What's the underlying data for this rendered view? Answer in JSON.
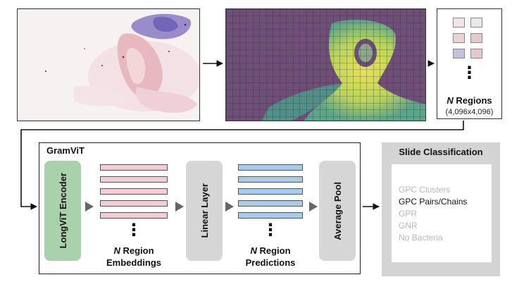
{
  "regions": {
    "label_italic": "N",
    "label_rest": " Regions",
    "size": "(4,096x4,096)",
    "ellipsis": "⋮"
  },
  "gramvit": {
    "title": "GramViT",
    "encoder_label": "LongViT Encoder",
    "linear_label": "Linear Layer",
    "pool_label": "Average Pool",
    "embeddings": {
      "n": "N",
      "line1_rest": " Region",
      "line2": "Embeddings"
    },
    "predictions": {
      "n": "N",
      "line1_rest": " Region",
      "line2": "Predictions"
    },
    "ellipsis": "⋮"
  },
  "classification": {
    "title": "Slide Classification",
    "classes": [
      {
        "label": "GPC Clusters",
        "active": false
      },
      {
        "label": "GPC Pairs/Chains",
        "active": true
      },
      {
        "label": "GPR",
        "active": false
      },
      {
        "label": "GNR",
        "active": false
      },
      {
        "label": "No Bacteria",
        "active": false
      }
    ]
  },
  "colors": {
    "encoder": "#a9d2ac",
    "gray_block": "#d6d6d6",
    "embedding_bar": "#f2cdd4",
    "prediction_bar": "#a9cbea",
    "heatmap_bg": "#6f4f78",
    "heatmap_high": "#e8e05a",
    "active_class": "#111111",
    "inactive_class": "#b8b8b8"
  }
}
